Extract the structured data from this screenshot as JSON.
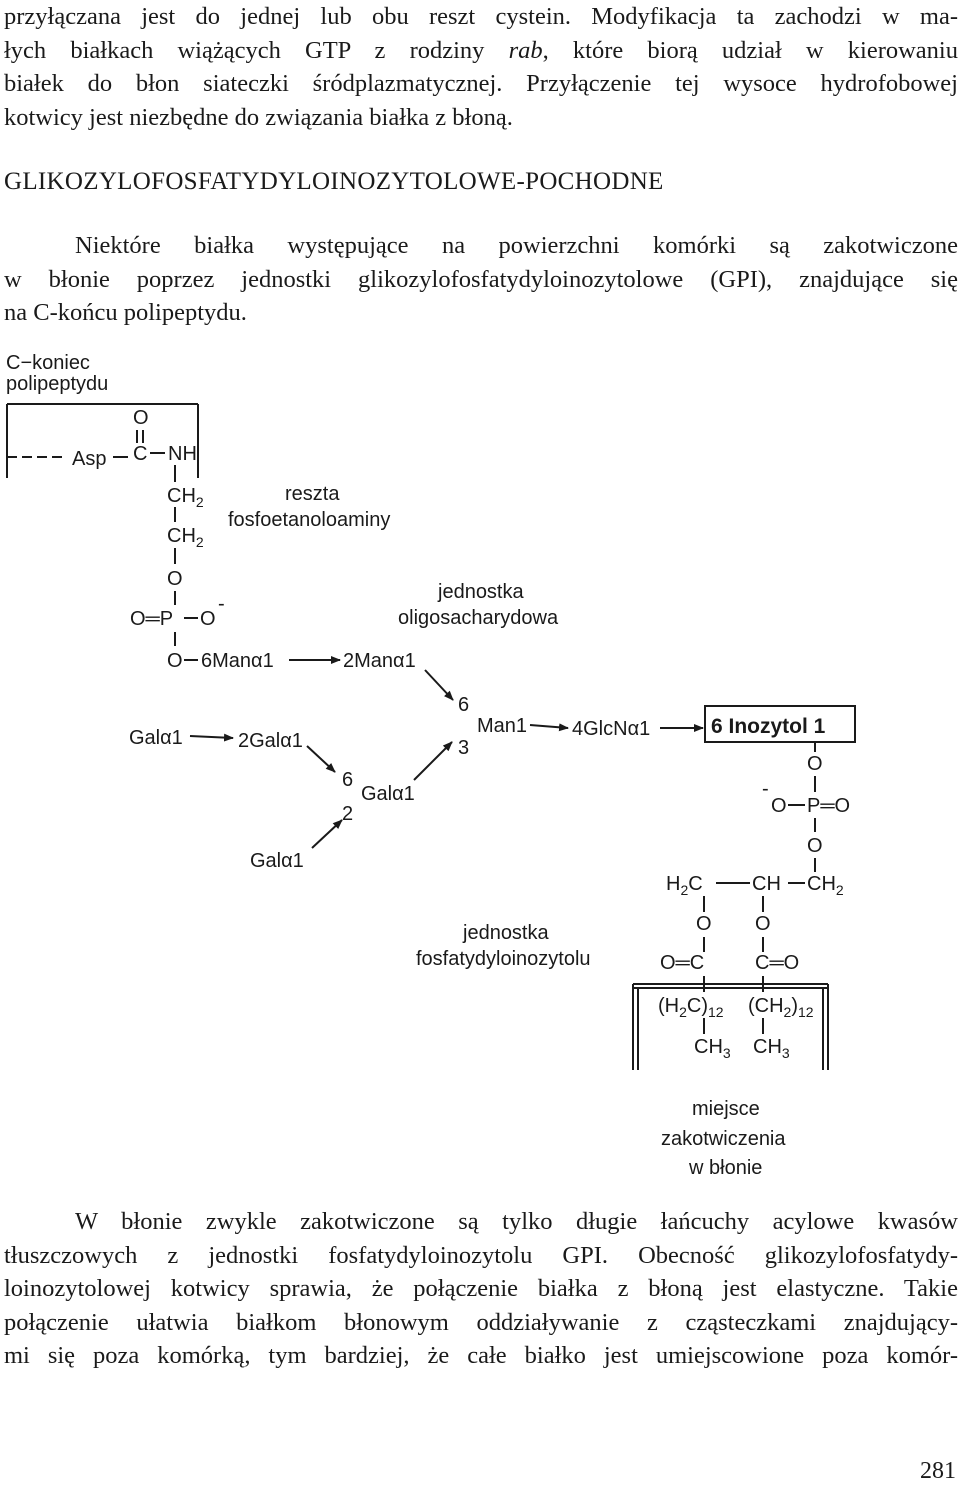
{
  "intro": {
    "lines": [
      "przyłączana jest do jednej lub obu  reszt  cystein. Modyfikacja  ta  zachodzi w ma-",
      "łych  białkach  wiążących GTP z rodziny <i>rab</i>, które biorą udział w kierowaniu",
      "białek do błon siateczki śródplazmatycznej. Przyłączenie tej wysoce hydrofobowej",
      "kotwicy jest niezbędne do związania białka z błoną."
    ]
  },
  "heading": "GLIKOZYLOFOSFATYDYLOINOZYTOLOWE-POCHODNE",
  "gpi_paragraph": {
    "lines": [
      "Niektóre białka występujące na powierzchni komórki są zakotwiczone",
      "w błonie poprzez jednostki glikozylofosfatydyloinozytolowe (GPI), znajdujące się",
      "na C-końcu polipeptydu."
    ]
  },
  "diagram": {
    "c_terminus_label_1": "C−koniec",
    "c_terminus_label_2": "polipeptydu",
    "asp": "Asp",
    "O": "O",
    "C": "C",
    "NH": "NH",
    "CH2_a": "CH",
    "CH2_b": "CH",
    "sub2": "2",
    "sub3": "3",
    "sub12": "12",
    "O_link": "O",
    "phosphate_left": "O═P",
    "O_minus": "O",
    "minus": "-",
    "O_man": "O",
    "man6": "6Manα1",
    "man2": "2Manα1",
    "ethanolamine_1": "reszta",
    "ethanolamine_2": "fosfoetanoloaminy",
    "oligo_1": "jednostka",
    "oligo_2": "oligosacharydowa",
    "gal1": "Galα1",
    "gal2": "2Galα1",
    "gal_mid": "Galα1",
    "gal_bottom": "Galα1",
    "pos6a": "6",
    "pos2": "2",
    "pos6b": "6",
    "pos3": "3",
    "man1": "Man1",
    "glcn": "4GlcNα1",
    "inositol": "6 Inozytol 1",
    "O_ino": "O",
    "P_O": "O",
    "P_eq": "P═O",
    "O_gly": "O",
    "H2C": "H",
    "C_suffix": "C",
    "CH": "CH",
    "CH2_end": "CH",
    "O_ester1": "O",
    "O_ester2": "O",
    "carbonyl1": "O═C",
    "carbonyl2": "C═O",
    "chain1_a": "(H",
    "chain1_b": "C)",
    "chain2_a": "(CH",
    "chain2_b": ")",
    "methyl1": "CH",
    "methyl2": "CH",
    "pi_1": "jednostka",
    "pi_2": "fosfatydyloinozytolu",
    "anchor_1": "miejsce",
    "anchor_2": "zakotwiczenia",
    "anchor_3": "w błonie"
  },
  "closing": {
    "lines": [
      "W błonie zwykle zakotwiczone są tylko długie łańcuchy acylowe kwasów",
      "tłuszczowych z jednostki fosfatydyloinozytolu GPI. Obecność glikozylofosfatydy-",
      "loinozytolowej kotwicy sprawia, że połączenie białka z błoną jest elastyczne. Takie",
      "połączenie ułatwia białkom błonowym oddziaływanie z cząsteczkami znajdujący-",
      "mi się poza komórką, tym bardziej, że całe białko jest umiejscowione poza komór-"
    ]
  },
  "page_number": "281"
}
